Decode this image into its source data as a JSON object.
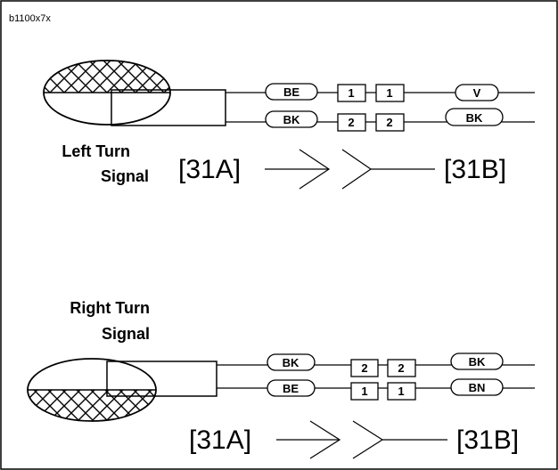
{
  "figure_code": "b1100x7x",
  "left_signal": {
    "title_line1": "Left Turn",
    "title_line2": "Signal",
    "connector_from": "[31A]",
    "connector_to": "[31B]",
    "wires": [
      {
        "left_color": "BE",
        "pin_a": "1",
        "pin_b": "1",
        "right_color": "V"
      },
      {
        "left_color": "BK",
        "pin_a": "2",
        "pin_b": "2",
        "right_color": "BK"
      }
    ]
  },
  "right_signal": {
    "title_line1": "Right Turn",
    "title_line2": "Signal",
    "connector_from": "[31A]",
    "connector_to": "[31B]",
    "wires": [
      {
        "left_color": "BK",
        "pin_a": "2",
        "pin_b": "2",
        "right_color": "BK"
      },
      {
        "left_color": "BE",
        "pin_a": "1",
        "pin_b": "1",
        "right_color": "BN"
      }
    ]
  }
}
